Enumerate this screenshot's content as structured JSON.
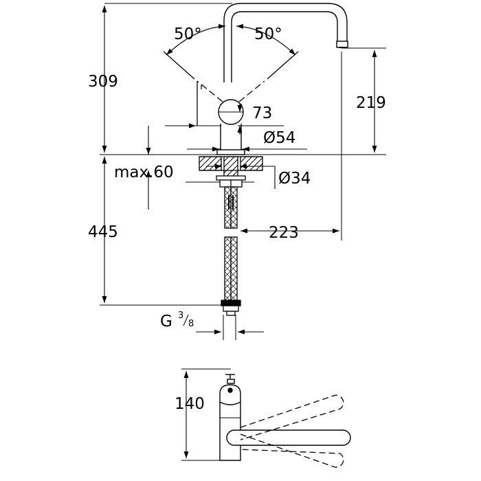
{
  "colors": {
    "line": "#000000",
    "background": "#ffffff"
  },
  "side_view": {
    "dimensions": {
      "total_height_above_deck": "309",
      "spout_height": "219",
      "handle_swing_left": "50°",
      "handle_swing_right": "50°",
      "body_height": "73",
      "body_diameter": "Ø54",
      "max_deck_thickness": "max.60",
      "mounting_hole_diameter": "Ø34",
      "spout_reach": "223",
      "hose_length": "445",
      "connection_thread_prefix": "G",
      "connection_thread_numerator": "3",
      "connection_thread_denominator": "8"
    }
  },
  "top_view": {
    "dimensions": {
      "spout_projection": "140"
    }
  }
}
